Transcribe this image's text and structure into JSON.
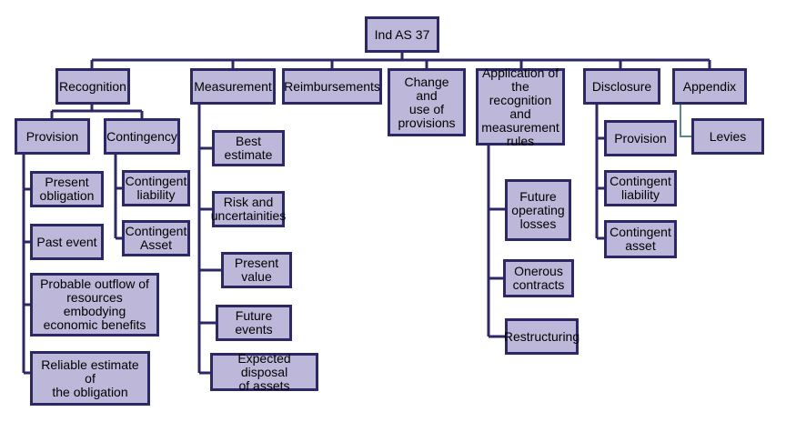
{
  "root": "Ind AS 37",
  "branches": {
    "recognition": "Recognition",
    "measurement": "Measurement",
    "reimbursements": "Reimbursements",
    "change": "Change and\nuse of\nprovisions",
    "application": "Application of\nthe recognition\nand\nmeasurement\nrules",
    "disclosure": "Disclosure",
    "appendix": "Appendix"
  },
  "recognition": {
    "provision": "Provision",
    "contingency": "Contingency",
    "provision_items": [
      "Present\nobligation",
      "Past event",
      "Probable outflow of\nresources embodying\neconomic benefits",
      "Reliable estimate of\nthe obligation"
    ],
    "contingency_items": [
      "Contingent\nliability",
      "Contingent\nAsset"
    ]
  },
  "measurement_items": [
    "Best\nestimate",
    "Risk and\nuncertainities",
    "Present\nvalue",
    "Future\nevents",
    "Expected disposal\nof assets"
  ],
  "application_items": [
    "Future\noperating\nlosses",
    "Onerous\ncontracts",
    "Restructuring"
  ],
  "disclosure_items": [
    "Provision",
    "Contingent\nliability",
    "Contingent\nasset"
  ],
  "appendix_items": [
    "Levies"
  ],
  "colors": {
    "box_fill": "#bdb7d9",
    "box_border": "#2c2865",
    "line_dark": "#2c2865",
    "line_teal": "#5b8a86"
  }
}
